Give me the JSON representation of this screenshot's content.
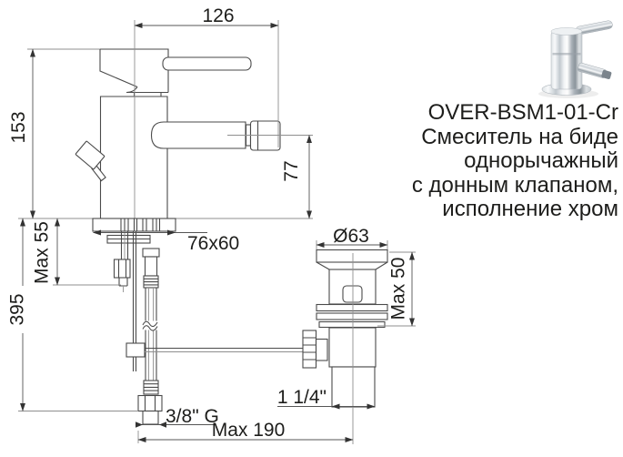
{
  "product": {
    "code": "OVER-BSM1-01-Cr",
    "description_line1": "Смеситель на биде",
    "description_line2": "однорычажный",
    "description_line3": "с донным клапаном,",
    "description_line4": "исполнение хром"
  },
  "dimensions": {
    "spout_reach": "126",
    "body_height": "153",
    "spout_outlet_height": "77",
    "deck_clamp": "Max 55",
    "overall_height": "395",
    "base_footprint": "76x60",
    "drain_cap_diameter": "Ø63",
    "drain_height": "Max 50",
    "drain_pipe_thread": "1 1/4\"",
    "supply_thread": "3/8\" G",
    "rod_reach": "Max 190"
  },
  "colors": {
    "outline": "#4a4a4a",
    "thin_line": "#8f8f8f",
    "text": "#1d1d1b",
    "background": "#ffffff"
  }
}
